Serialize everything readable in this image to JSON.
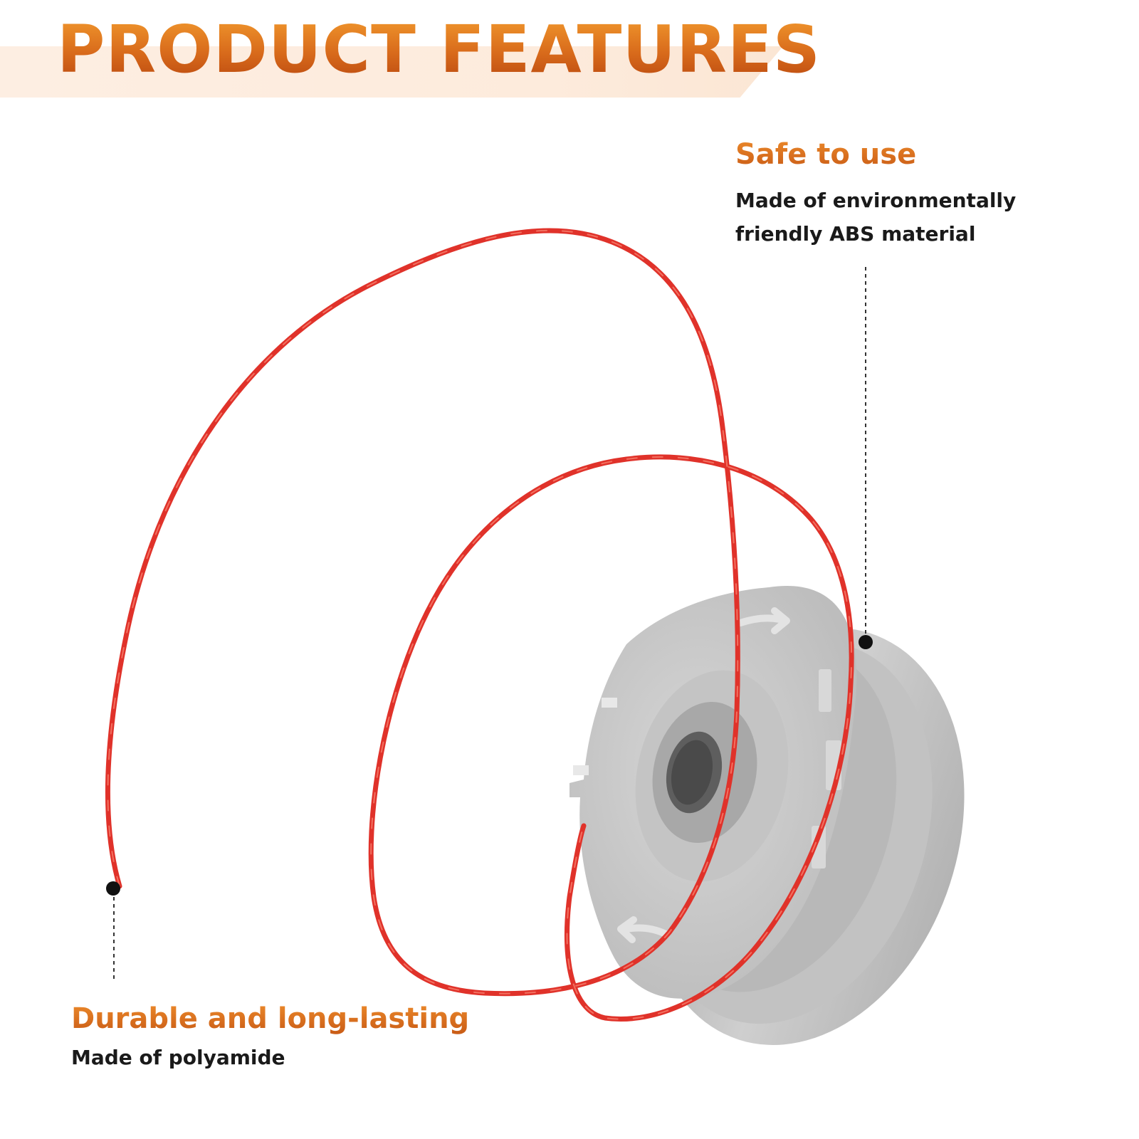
{
  "header": {
    "title": "PRODUCT FEATURES"
  },
  "features": [
    {
      "heading": "Safe to use",
      "description_lines": [
        "Made of environmentally",
        "friendly ABS material"
      ]
    },
    {
      "heading": "Durable and long-lasting",
      "description_lines": [
        "Made of polyamide"
      ]
    }
  ],
  "colors": {
    "accent_orange": "#d8661a",
    "banner": "#fdece0",
    "spool_gray": "#c9c9c9",
    "line_red": "#e02a2a",
    "text_dark": "#1a1a1a"
  },
  "icons": {
    "product": "trimmer-spool",
    "line": "trimmer-line",
    "arrows": "rotation-arrow"
  }
}
